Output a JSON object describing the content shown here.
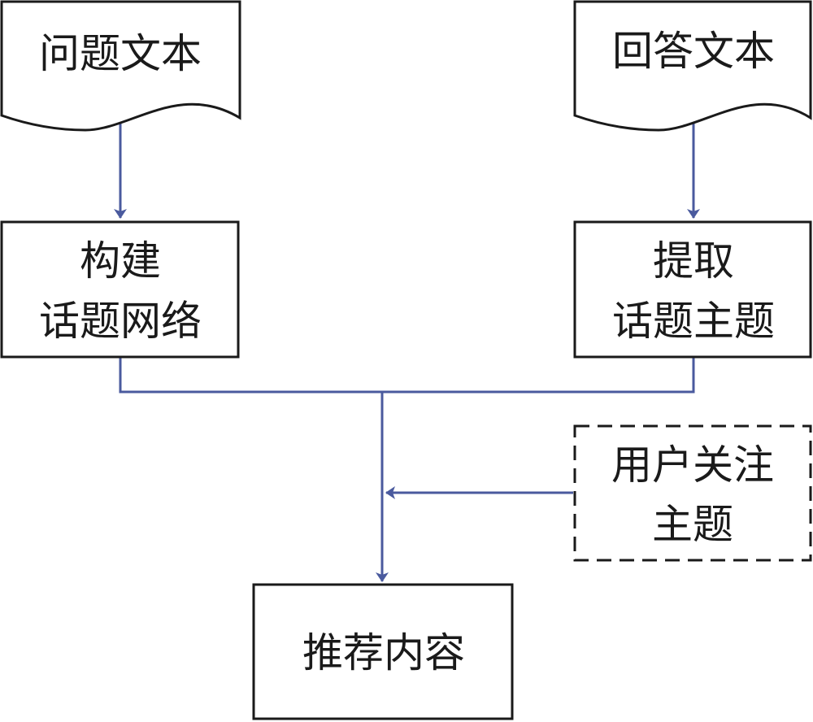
{
  "colors": {
    "connector": "#4a5a9e",
    "outline": "#1a1a1a",
    "background": "#ffffff"
  },
  "nodes": {
    "question_text": {
      "label": "问题文本",
      "shape": "document"
    },
    "answer_text": {
      "label": "回答文本",
      "shape": "document"
    },
    "build_topic_network": {
      "line1": "构建",
      "line2": "话题网络",
      "shape": "process"
    },
    "extract_topic_theme": {
      "line1": "提取",
      "line2": "话题主题",
      "shape": "process"
    },
    "user_followed_topics": {
      "line1": "用户关注",
      "line2": "主题",
      "shape": "dashed-box"
    },
    "recommended_content": {
      "label": "推荐内容",
      "shape": "process"
    }
  }
}
